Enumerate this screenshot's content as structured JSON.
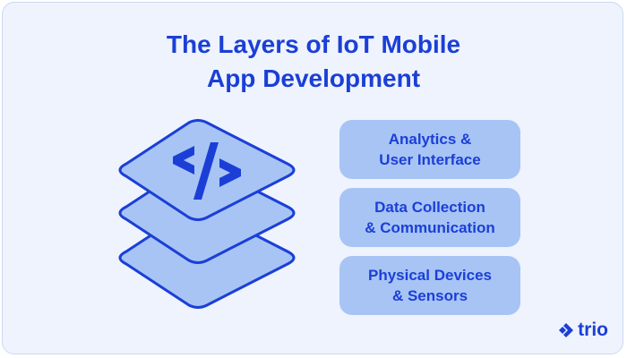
{
  "title": {
    "line1": "The Layers of IoT Mobile",
    "line2": "App Development"
  },
  "layers": [
    {
      "line1": "Analytics &",
      "line2": "User Interface"
    },
    {
      "line1": "Data Collection",
      "line2": "& Communication"
    },
    {
      "line1": "Physical Devices",
      "line2": "& Sensors"
    }
  ],
  "brand": {
    "name": "trio"
  },
  "icons": {
    "stack": "layer-stack-icon",
    "code": "code-icon",
    "brand": "trio-logo-icon"
  },
  "colors": {
    "background": "#eef3fd",
    "accent": "#1b3fd6",
    "layer_fill": "#a7c4f5"
  }
}
